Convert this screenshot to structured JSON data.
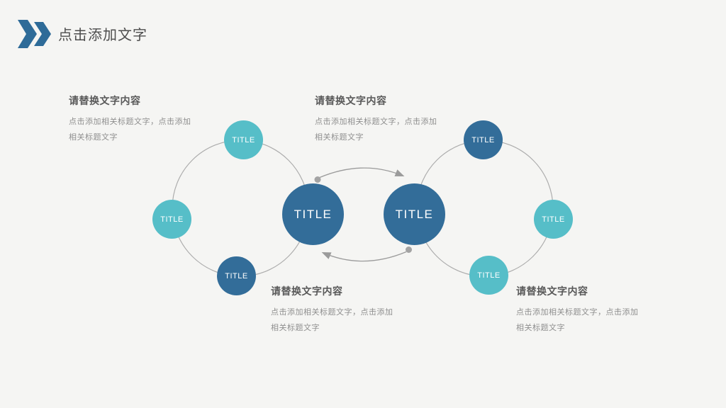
{
  "header": {
    "title": "点击添加文字"
  },
  "colors": {
    "background": "#f5f5f3",
    "accent_dark_blue": "#336d99",
    "accent_teal": "#56bec8",
    "ring_gray": "#acacac",
    "arrow_gray": "#9b9b9b",
    "heading_text": "#595959",
    "body_text": "#8f8f8f"
  },
  "diagram": {
    "nodes": [
      {
        "id": "left-hub",
        "label": "TITLE"
      },
      {
        "id": "right-hub",
        "label": "TITLE"
      },
      {
        "id": "left-ring-top",
        "label": "TITLE"
      },
      {
        "id": "left-ring-left",
        "label": "TITLE"
      },
      {
        "id": "left-ring-bottom",
        "label": "TITLE"
      },
      {
        "id": "right-ring-top",
        "label": "TITLE"
      },
      {
        "id": "right-ring-right",
        "label": "TITLE"
      },
      {
        "id": "right-ring-bottom",
        "label": "TITLE"
      }
    ]
  },
  "text_blocks": [
    {
      "heading": "请替换文字内容",
      "line1": "点击添加相关标题文字，点击添加",
      "line2": "相关标题文字"
    },
    {
      "heading": "请替换文字内容",
      "line1": "点击添加相关标题文字，点击添加",
      "line2": "相关标题文字"
    },
    {
      "heading": "请替换文字内容",
      "line1": "点击添加相关标题文字，点击添加",
      "line2": "相关标题文字"
    },
    {
      "heading": "请替换文字内容",
      "line1": "点击添加相关标题文字，点击添加",
      "line2": "相关标题文字"
    }
  ]
}
